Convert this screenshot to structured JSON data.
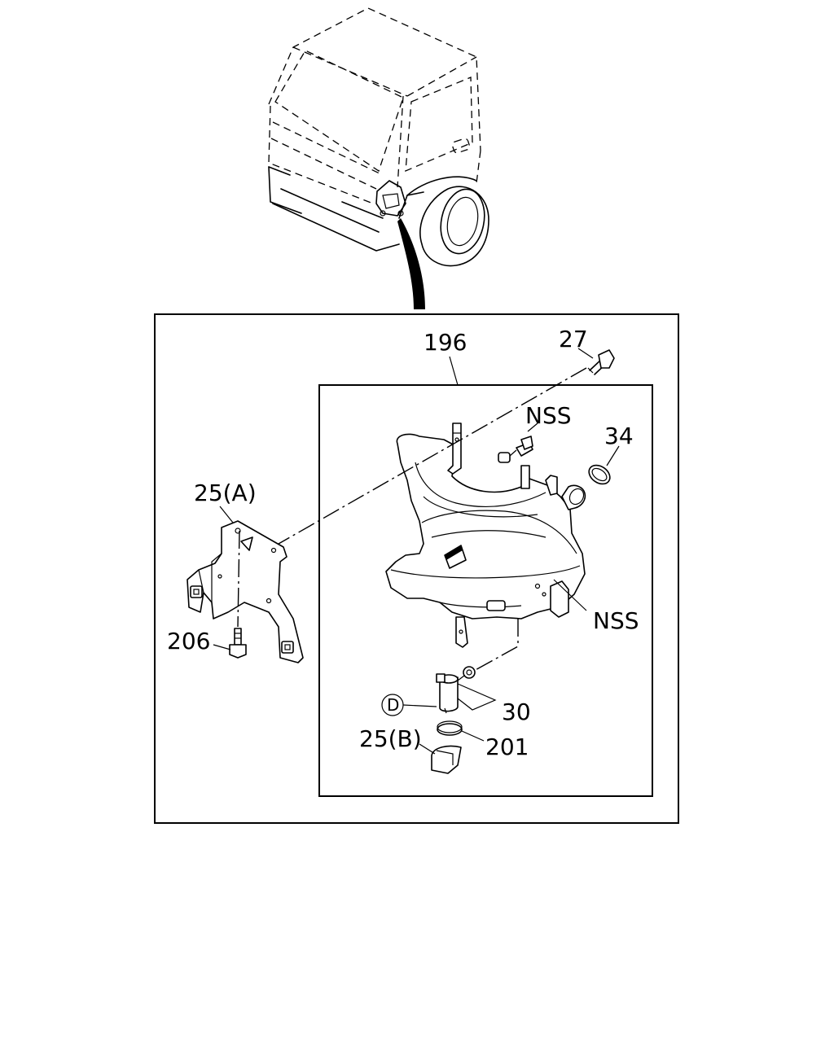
{
  "labels": {
    "assembly": "196",
    "bolt_top": "27",
    "nss_top": "NSS",
    "cap": "34",
    "bracket_a": "25(A)",
    "bolt_bottom": "206",
    "nss_right": "NSS",
    "motor": "30",
    "motor_mark": "D",
    "bracket_b": "25(B)",
    "ring": "201"
  }
}
